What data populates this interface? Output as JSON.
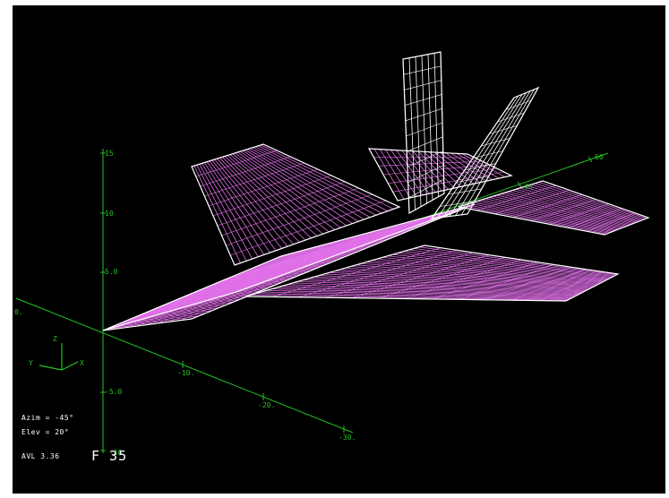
{
  "colors": {
    "background": "#000000",
    "axis": "#22c322",
    "wing_surface": "#e070e8",
    "wing_edge": "#ffffff",
    "fin_surface": "#ffffff",
    "text": "#ffffff"
  },
  "axes": {
    "z_ticks": [
      "15",
      "10",
      "5.0",
      "-5.0"
    ],
    "x_ticks": [
      "60",
      "40"
    ],
    "y_ticks": [
      "0.",
      "-10.",
      "-20.",
      "-30."
    ],
    "z_bottom_tick": "-10"
  },
  "triad": {
    "z": "Z",
    "y": "Y",
    "x": "X"
  },
  "view": {
    "azimuth": "Azim = -45°",
    "elevation": "Elev = 20°"
  },
  "version": "AVL 3.36",
  "model_name": "F 35"
}
